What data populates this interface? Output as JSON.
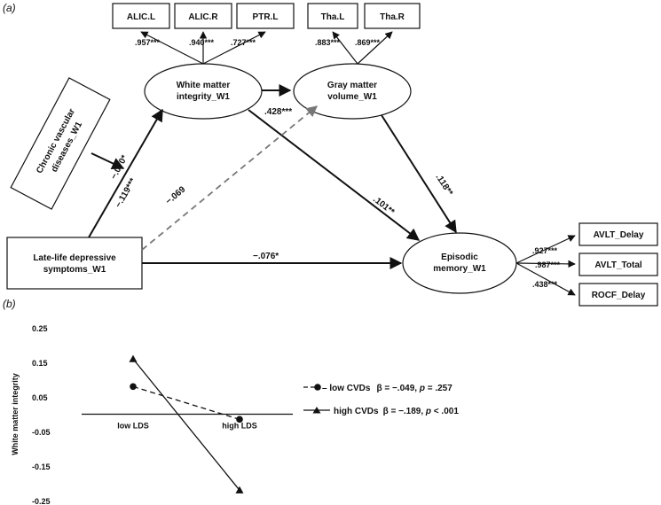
{
  "panel_a": {
    "label": "(a)",
    "nodes": {
      "alic_l": "ALIC.L",
      "alic_r": "ALIC.R",
      "ptr_l": "PTR.L",
      "tha_l": "Tha.L",
      "tha_r": "Tha.R",
      "wm": [
        "White matter",
        "integrity_W1"
      ],
      "gm": [
        "Gray matter",
        "volume_W1"
      ],
      "cvd": [
        "Chronic vascular",
        "diseases_W1"
      ],
      "lds": [
        "Late-life depressive",
        "symptoms_W1"
      ],
      "em": [
        "Episodic",
        "memory_W1"
      ],
      "avlt_delay": "AVLT_Delay",
      "avlt_total": "AVLT_Total",
      "rocf_delay": "ROCF_Delay"
    },
    "coefficients": {
      "alic_l": ".957***",
      "alic_r": ".940***",
      "ptr_l": ".727***",
      "tha_l": ".883***",
      "tha_r": ".869***",
      "wm_gm": ".428***",
      "wm_em": ".101**",
      "gm_em": ".118**",
      "lds_wm": "−.119***",
      "lds_gm": "−.069",
      "lds_em": "−.076*",
      "cvd_mod": "−.070*",
      "avlt_delay": ".927***",
      "avlt_total": ".987***",
      "rocf_delay": ".438***"
    }
  },
  "panel_b": {
    "label": "(b)",
    "legend": {
      "low": {
        "text": "– low CVDs",
        "beta": "β = −.049, ",
        "p_sym": "p",
        "p_val": " = .257"
      },
      "high": {
        "text": "high CVDs",
        "beta": "β = −.189, ",
        "p_sym": "p",
        "p_val": " < .001"
      }
    }
  },
  "chart_data": {
    "type": "line",
    "ylabel": "White matter integrity",
    "categories": [
      "low LDS",
      "high LDS"
    ],
    "y_ticks": [
      "0.25",
      "0.15",
      "0.05",
      "-0.05",
      "-0.15",
      "-0.25"
    ],
    "ylim": [
      -0.25,
      0.25
    ],
    "x_axis_at": 0,
    "series": [
      {
        "name": "low CVDs",
        "values": [
          0.08,
          -0.015
        ],
        "marker": "circle",
        "dash": true
      },
      {
        "name": "high CVDs",
        "values": [
          0.16,
          -0.22
        ],
        "marker": "triangle",
        "dash": false
      }
    ]
  }
}
